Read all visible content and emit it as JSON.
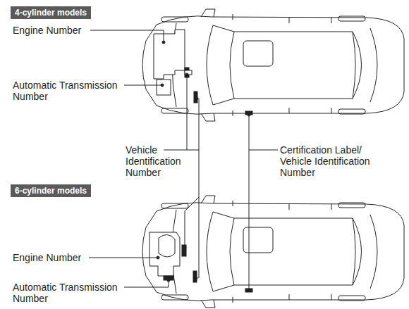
{
  "diagram": {
    "nodes": [
      {
        "text": [
          "4-cylinder models"
        ]
      },
      {
        "text": [
          "6-cylinder models"
        ]
      }
    ],
    "labels": [
      "Engine Number",
      "Automatic Transmission Number",
      "Vehicle Identification Number",
      "Certification Label/ Vehicle Identification Number",
      "Engine Number",
      "Automatic Transmission Number"
    ]
  }
}
